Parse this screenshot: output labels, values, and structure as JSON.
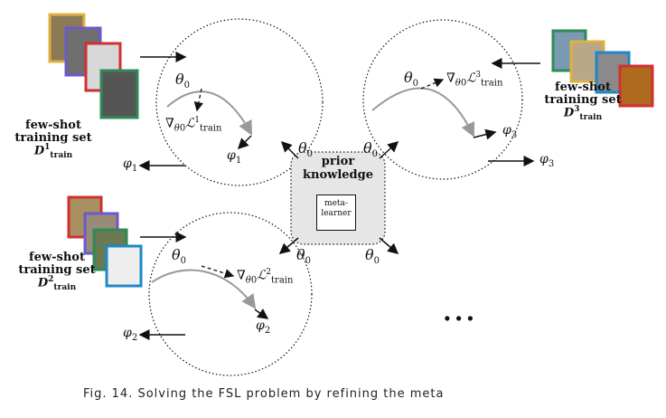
{
  "figure": {
    "caption": "Fig. 14.  Solving the FSL problem by refining the meta",
    "prior_knowledge": "prior\nknowledge",
    "meta_learner": "meta-\nlearner",
    "ellipsis": "...",
    "theta0": "θ",
    "theta0_sub": "0",
    "sets": [
      {
        "title": "few-shot\ntraining set",
        "d": "D",
        "d_sup": "1",
        "d_sub": "train",
        "phi": "1",
        "grad_sup": "1"
      },
      {
        "title": "few-shot\ntraining set",
        "d": "D",
        "d_sup": "2",
        "d_sub": "train",
        "phi": "2",
        "grad_sup": "2"
      },
      {
        "title": "few-shot\ntraining set",
        "d": "D",
        "d_sup": "3",
        "d_sub": "train",
        "phi": "3",
        "grad_sup": "3"
      }
    ],
    "grad_text": "∇",
    "loss_text": "ℒ",
    "loss_sub": "train",
    "phi_symbol": "φ",
    "colors": {
      "card_border_1": "#e0b040",
      "card_border_2": "#6a5acd",
      "card_border_3": "#d03030",
      "card_border_4": "#2e8b57",
      "card_border_5": "#1e88c8",
      "curve": "#999999",
      "box_fill": "#e6e6e6"
    }
  }
}
